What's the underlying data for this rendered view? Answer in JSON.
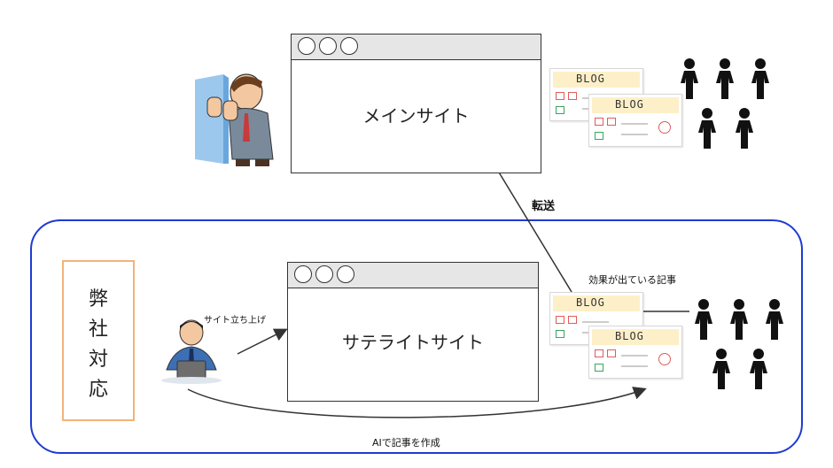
{
  "main_site": {
    "title": "メインサイト"
  },
  "satellite_site": {
    "title": "サテライトサイト"
  },
  "labels": {
    "transfer": "転送",
    "effective_articles": "効果が出ている記事",
    "site_launch": "サイト立ち上げ",
    "ai_create": "AIで記事を作成"
  },
  "company_box": {
    "chars": [
      "弊",
      "社",
      "対",
      "応"
    ]
  },
  "blog_card_label": "BLOG",
  "colors": {
    "frame_blue": "#1f3bd1",
    "company_border": "#f3b37a",
    "blog_header": "#fdf0c9"
  }
}
